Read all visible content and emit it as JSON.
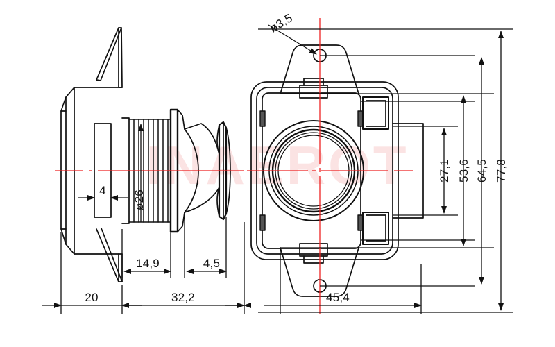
{
  "drawing": {
    "title": "Push-pull circular connector receptacle — orthographic drawing",
    "units": "mm",
    "decimal_separator": ",",
    "line_color": "#111111",
    "centerline_color": "#ee2222",
    "watermark_color": "#fbe3e3",
    "background": "#ffffff"
  },
  "watermark": {
    "text": "INAEROT"
  },
  "views": [
    {
      "name": "side-view",
      "label": ""
    },
    {
      "name": "front-view",
      "label": ""
    }
  ],
  "dimensions": {
    "side_view": [
      {
        "id": "slot-width",
        "value": "4",
        "orientation": "horizontal",
        "style": "inner-arrows"
      },
      {
        "id": "thread-diameter",
        "value": "ø26",
        "orientation": "vertical-text",
        "style": "leader"
      },
      {
        "id": "flange-offset",
        "value": "14,9",
        "orientation": "horizontal",
        "style": "inner-arrows"
      },
      {
        "id": "cap-depth",
        "value": "4,5",
        "orientation": "horizontal",
        "style": "inner-arrows"
      },
      {
        "id": "body-depth",
        "value": "20",
        "orientation": "horizontal",
        "style": "outer-arrows"
      },
      {
        "id": "overall-depth",
        "value": "32,2",
        "orientation": "horizontal",
        "style": "outer-arrows"
      }
    ],
    "front_view": [
      {
        "id": "mounting-hole-diameter",
        "value": "ø3,5",
        "orientation": "leader",
        "style": "arrow-leader"
      },
      {
        "id": "width-overall",
        "value": "45,4",
        "orientation": "horizontal",
        "style": "outer-arrows"
      },
      {
        "id": "height-inner",
        "value": "27,1",
        "orientation": "vertical",
        "style": "inner-arrows"
      },
      {
        "id": "height-body",
        "value": "53,6",
        "orientation": "vertical",
        "style": "inner-arrows"
      },
      {
        "id": "height-flange",
        "value": "64,5",
        "orientation": "vertical",
        "style": "inner-arrows"
      },
      {
        "id": "height-overall",
        "value": "77,8",
        "orientation": "vertical",
        "style": "inner-arrows"
      }
    ]
  }
}
